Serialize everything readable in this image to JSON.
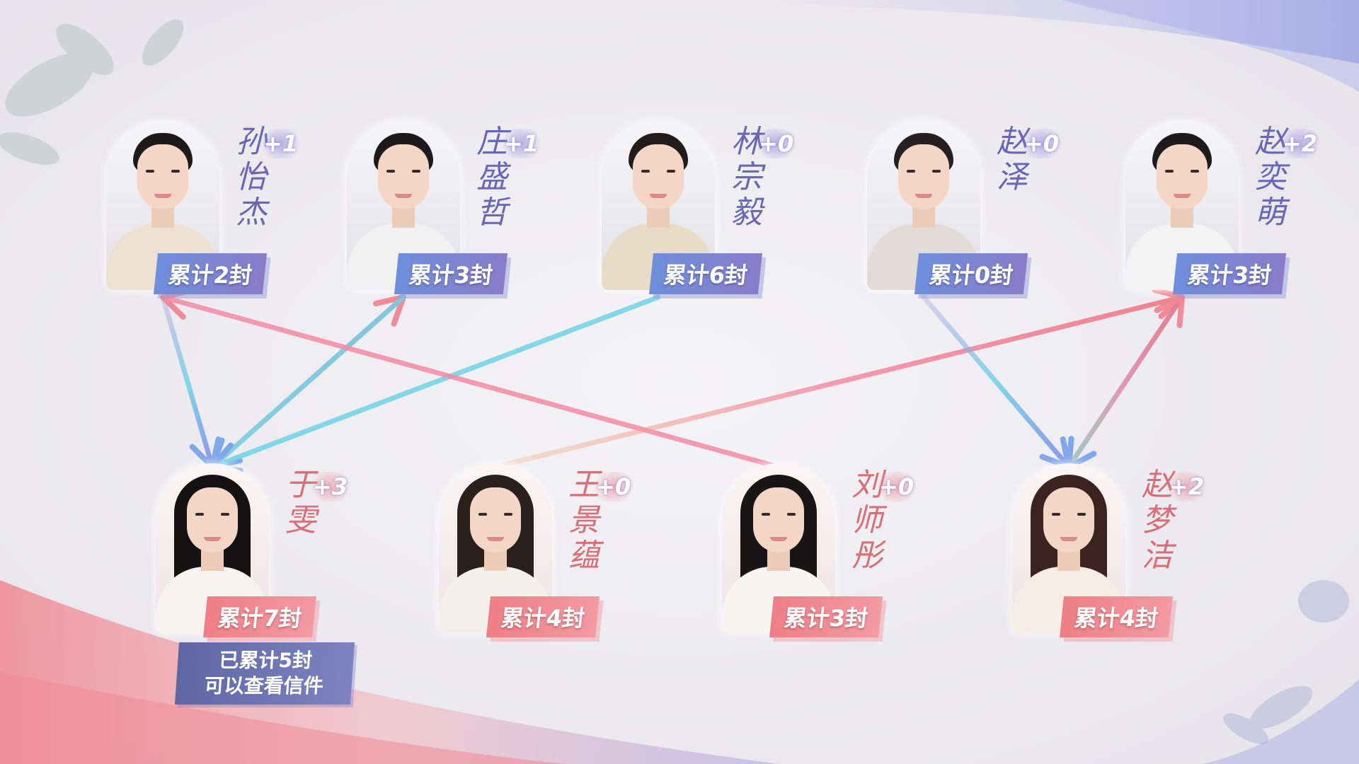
{
  "colors": {
    "male_accent": "#6b66b4",
    "female_accent": "#d86f78",
    "male_badge": "#7b86d2",
    "female_badge": "#ef858d",
    "background": "#eeedf0"
  },
  "males": [
    {
      "id": "m1",
      "name": "孙怡杰",
      "delta": "+1",
      "count_label": "累计2封",
      "hair": "#1e1a1a",
      "shirt": "#ede2d2"
    },
    {
      "id": "m2",
      "name": "庄盛哲",
      "delta": "+1",
      "count_label": "累计3封",
      "hair": "#1d1a1c",
      "shirt": "#f1f1f1"
    },
    {
      "id": "m3",
      "name": "林宗毅",
      "delta": "+0",
      "count_label": "累计6封",
      "hair": "#221c1a",
      "shirt": "#e8dcc8"
    },
    {
      "id": "m4",
      "name": "赵泽",
      "delta": "+0",
      "count_label": "累计0封",
      "hair": "#262022",
      "shirt": "#e3dcd6"
    },
    {
      "id": "m5",
      "name": "赵奕萌",
      "delta": "+2",
      "count_label": "累计3封",
      "hair": "#1e1b1d",
      "shirt": "#f3f3f3"
    }
  ],
  "females": [
    {
      "id": "f1",
      "name": "于雯",
      "delta": "+3",
      "count_label": "累计7封",
      "hair": "#141213",
      "shirt": "#f6f2f0"
    },
    {
      "id": "f2",
      "name": "王景蕴",
      "delta": "+0",
      "count_label": "累计4封",
      "hair": "#2a201c",
      "shirt": "#f3efe9"
    },
    {
      "id": "f3",
      "name": "刘师彤",
      "delta": "+0",
      "count_label": "累计3封",
      "hair": "#1a1517",
      "shirt": "#f7f5f3"
    },
    {
      "id": "f4",
      "name": "赵梦洁",
      "delta": "+2",
      "count_label": "累计4封",
      "hair": "#3b2420",
      "shirt": "#f5ede4"
    }
  ],
  "links": [
    {
      "from": "m1",
      "to": "f1",
      "color": "blue"
    },
    {
      "from": "f1",
      "to": "m2",
      "color": "pink"
    },
    {
      "from": "m2",
      "to": "f1",
      "color": "blue"
    },
    {
      "from": "m3",
      "to": "f1",
      "color": "blue"
    },
    {
      "from": "f3",
      "to": "m1",
      "color": "pink"
    },
    {
      "from": "f2",
      "to": "m5",
      "color": "pink"
    },
    {
      "from": "m4",
      "to": "f4",
      "color": "blue"
    },
    {
      "from": "m5",
      "to": "f4",
      "color": "blue"
    },
    {
      "from": "f4",
      "to": "m5",
      "color": "pink"
    }
  ],
  "notice": {
    "line1": "已累计5封",
    "line2": "可以查看信件"
  }
}
